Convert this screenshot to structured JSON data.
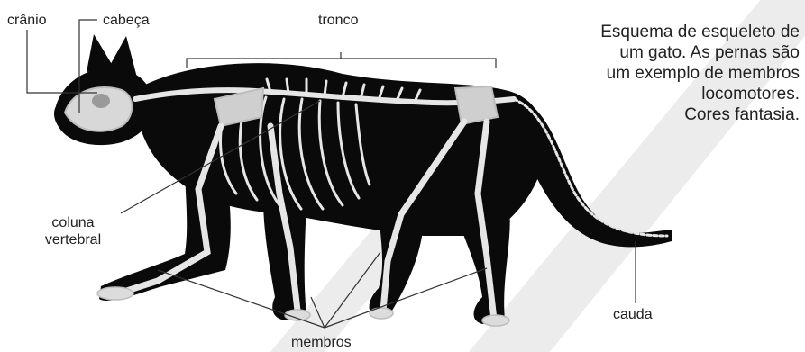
{
  "labels": {
    "cranio": "crânio",
    "cabeca": "cabeça",
    "tronco": "tronco",
    "coluna_line1": "coluna",
    "coluna_line2": "vertebral",
    "membros": "membros",
    "cauda": "cauda"
  },
  "caption": {
    "line1": "Esquema de esqueleto de",
    "line2": "um gato. As pernas são",
    "line3": "um exemplo de membros",
    "line4": "locomotores.",
    "line5": "Cores fantasia."
  },
  "colors": {
    "silhouette": "#0a0a0a",
    "bone": "#e6e6e6",
    "bone_shade": "#b5b5b5",
    "leader_line": "#333333",
    "watermark": "#e5e5e5"
  }
}
